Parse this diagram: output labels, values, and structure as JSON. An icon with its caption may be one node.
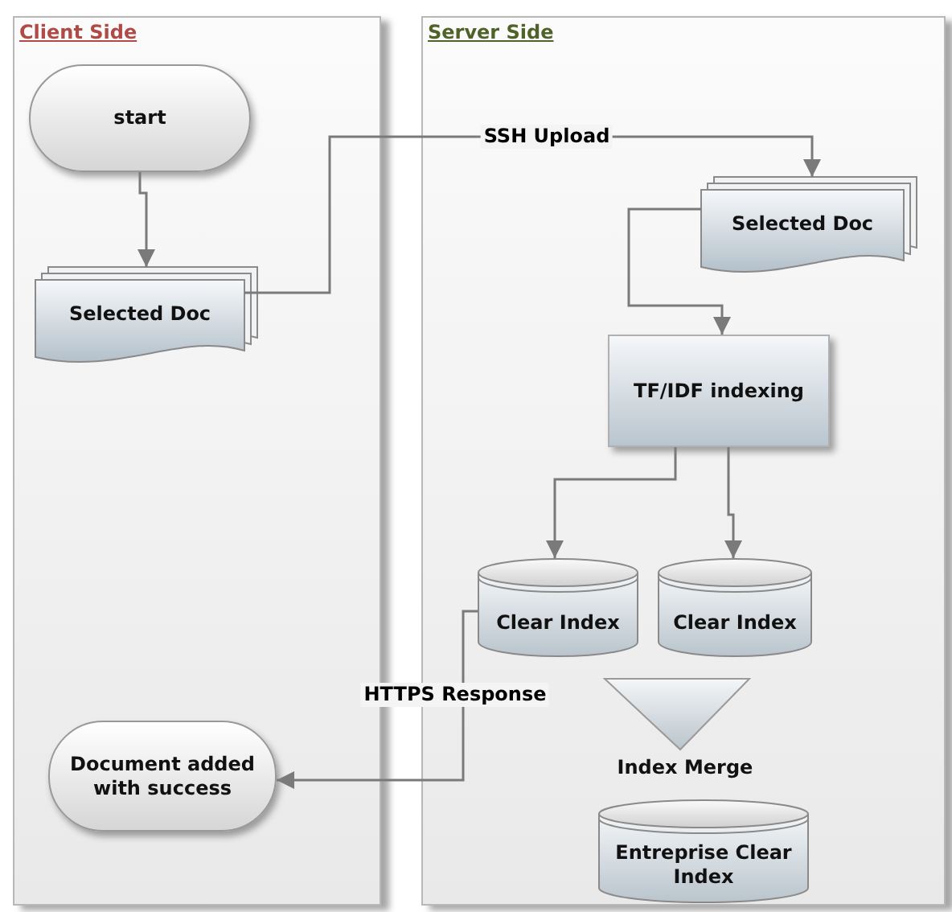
{
  "diagram": {
    "nodes": [
      {
        "text": [
          "Client Side"
        ]
      },
      {
        "text": [
          "Server Side"
        ]
      },
      {
        "text": [
          "start"
        ],
        "in": 0
      },
      {
        "text": [
          "Selected Doc"
        ],
        "in": 0
      },
      {
        "text": [
          "Document added with success"
        ],
        "in": 0
      },
      {
        "text": [
          "Selected Doc"
        ],
        "in": 1
      },
      {
        "text": [
          "TF/IDF indexing"
        ],
        "in": 1
      },
      {
        "text": [
          "Clear Index"
        ],
        "in": 1
      },
      {
        "text": [
          "Clear Index"
        ],
        "in": 1
      },
      {
        "text": [
          "Index Merge"
        ],
        "in": 1
      },
      {
        "text": [
          "Entreprise Clear Index"
        ],
        "in": 1
      }
    ],
    "edges": [
      {
        "from": 2,
        "to": 3,
        "arrow": "to"
      },
      {
        "from": 3,
        "to": 5,
        "label": "SSH Upload",
        "arrow": "to"
      },
      {
        "from": 5,
        "to": 6,
        "arrow": "to"
      },
      {
        "from": 6,
        "to": 7,
        "arrow": "to"
      },
      {
        "from": 6,
        "to": 8,
        "arrow": "to"
      },
      {
        "from": 7,
        "to": 4,
        "label": "HTTPS Response",
        "arrow": "to"
      }
    ]
  }
}
